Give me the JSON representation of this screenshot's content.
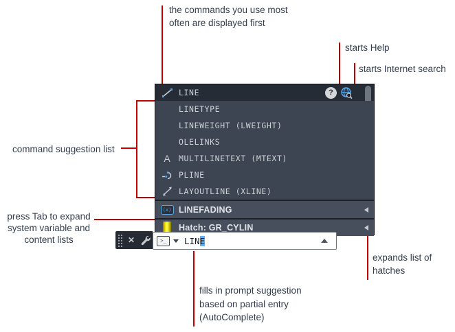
{
  "annotations": {
    "commands_first": {
      "line1": "the commands you use most",
      "line2": "often are displayed first"
    },
    "starts_help": "starts Help",
    "starts_search": "starts Internet search",
    "suggestion_list": "command suggestion list",
    "press_tab": {
      "line1": "press Tab to expand",
      "line2": "system variable and",
      "line3": "content lists"
    },
    "expands_hatches": {
      "line1": "expands list of",
      "line2": "hatches"
    },
    "autocomplete": {
      "line1": "fills in prompt suggestion",
      "line2": "based on partial entry",
      "line3": "(AutoComplete)"
    }
  },
  "panel": {
    "suggestions": [
      {
        "label": "LINE",
        "icon": "line-icon",
        "selected": true
      },
      {
        "label": "LINETYPE",
        "icon": ""
      },
      {
        "label": "LINEWEIGHT (LWEIGHT)",
        "icon": ""
      },
      {
        "label": "OLELINKS",
        "icon": ""
      },
      {
        "label": "MULTILINETEXT (MTEXT)",
        "icon": "mtext-icon"
      },
      {
        "label": "PLINE",
        "icon": "pline-icon"
      },
      {
        "label": "LAYOUTLINE (XLINE)",
        "icon": "xline-icon"
      }
    ],
    "help_glyph": "?",
    "mtext_glyph": "A",
    "sysvar_glyph": "(x)",
    "sysvar_row": {
      "label": "LINEFADING",
      "icon": "sysvar-icon"
    },
    "hatch_row": {
      "label": "Hatch: GR_CYLIN",
      "icon": "hatch-swatch-icon"
    }
  },
  "command_bar": {
    "prompt_glyph": ">_",
    "typed": "LIN",
    "completed": "E"
  },
  "colors": {
    "annotation_line": "#c00000",
    "annotation_text": "#333d4d",
    "panel_row_bg": "#3e4552",
    "selected_row_bg": "#262c36",
    "expand_row_bg": "#474e5c",
    "suggestion_text": "#ccd1d6",
    "hatch_yellow": "#f5e800",
    "autocomplete_highlight": "#5fb2ef",
    "globe_blue": "#5aa7e8"
  }
}
